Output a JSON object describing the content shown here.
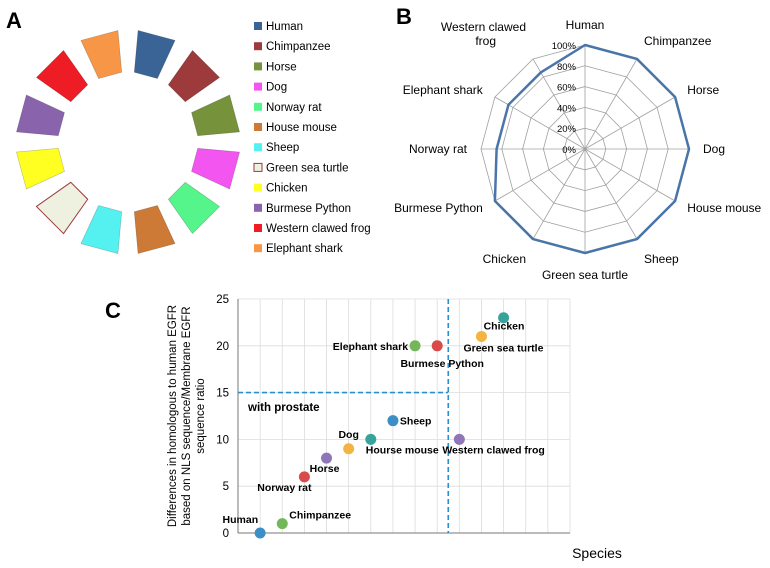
{
  "panels": {
    "a": {
      "letter": "A"
    },
    "b": {
      "letter": "B"
    },
    "c": {
      "letter": "C"
    }
  },
  "chart_data": [
    {
      "type": "pie",
      "panel": "A",
      "style": "segmented donut",
      "categories": [
        "Human",
        "Chimpanzee",
        "Horse",
        "Dog",
        "Norway rat",
        "House mouse",
        "Sheep",
        "Green sea turtle",
        "Chicken",
        "Burmese Python",
        "Western clawed frog",
        "Elephant shark"
      ],
      "values": [
        1,
        1,
        1,
        1,
        1,
        1,
        1,
        1,
        1,
        1,
        1,
        1
      ],
      "colors": [
        "#3a6496",
        "#9c3a3c",
        "#76923b",
        "#f255f0",
        "#55f58c",
        "#cc7a35",
        "#55f0f0",
        "#eef0e0",
        "#ffff22",
        "#8a63ad",
        "#ee1c24",
        "#f79646"
      ],
      "legend_position": "right"
    },
    {
      "type": "radar",
      "panel": "B",
      "categories": [
        "Human",
        "Chimpanzee",
        "Horse",
        "Dog",
        "House mouse",
        "Sheep",
        "Green sea turtle",
        "Chicken",
        "Burmese Python",
        "Norway rat",
        "Elephant shark",
        "Western clawed frog"
      ],
      "values": [
        100,
        100,
        100,
        100,
        100,
        100,
        100,
        100,
        100,
        85,
        85,
        85
      ],
      "rlim": [
        0,
        100
      ],
      "tick_labels": [
        "0%",
        "20%",
        "40%",
        "60%",
        "80%",
        "100%"
      ],
      "line_color": "#4a75a8",
      "grid": true
    },
    {
      "type": "scatter",
      "panel": "C",
      "xlabel": "Species",
      "ylabel_lines": [
        "Differences in homologous to human EGFR",
        "based on NLS sequence/Membrane EGFR",
        "sequence ratio"
      ],
      "ylim": [
        0,
        25
      ],
      "yticks": [
        "0",
        "5",
        "10",
        "15",
        "20",
        "25"
      ],
      "xlim": [
        0,
        15
      ],
      "points": [
        {
          "label": "Human",
          "x": 1,
          "y": 0,
          "color": "#3b8ec6"
        },
        {
          "label": "Chimpanzee",
          "x": 2,
          "y": 1,
          "color": "#74b75a"
        },
        {
          "label": "Norway rat",
          "x": 3,
          "y": 6,
          "color": "#d94a4a"
        },
        {
          "label": "Horse",
          "x": 4,
          "y": 8,
          "color": "#8e76b8"
        },
        {
          "label": "Dog",
          "x": 5,
          "y": 9,
          "color": "#f4b442"
        },
        {
          "label": "Hourse mouse",
          "x": 6,
          "y": 10,
          "color": "#37a39a"
        },
        {
          "label": "Sheep",
          "x": 7,
          "y": 12,
          "color": "#3b8ec6"
        },
        {
          "label": "Elephant shark",
          "x": 8,
          "y": 20,
          "color": "#74b75a"
        },
        {
          "label": "Burmese Python",
          "x": 9,
          "y": 20,
          "color": "#d94a4a"
        },
        {
          "label": "Western clawed frog",
          "x": 10,
          "y": 10,
          "color": "#8e76b8"
        },
        {
          "label": "Green sea turtle",
          "x": 11,
          "y": 21,
          "color": "#f4b442"
        },
        {
          "label": "Chicken",
          "x": 12,
          "y": 23,
          "color": "#37a39a"
        }
      ],
      "reference_lines": {
        "horizontal_y": 15,
        "horizontal_x_range": [
          0,
          9.5
        ],
        "vertical_x": 9.5,
        "color": "#2a8fd0",
        "style": "dashed"
      },
      "annotation": "with prostate",
      "grid": true
    }
  ]
}
